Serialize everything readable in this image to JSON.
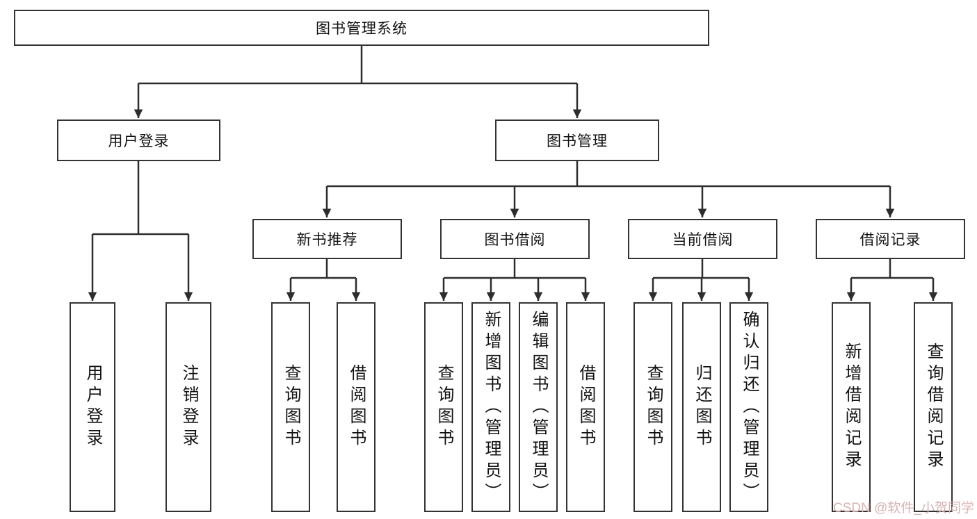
{
  "tree": {
    "root": "图书管理系统",
    "user": {
      "label": "用户登录",
      "children": [
        "用户登录",
        "注销登录"
      ]
    },
    "book": {
      "label": "图书管理",
      "children": [
        {
          "label": "新书推荐",
          "children": [
            "查询图书",
            "借阅图书"
          ]
        },
        {
          "label": "图书借阅",
          "children": [
            "查询图书",
            "新增图书（管理员）",
            "编辑图书（管理员）",
            "借阅图书"
          ]
        },
        {
          "label": "当前借阅",
          "children": [
            "查询图书",
            "归还图书",
            "确认归还（管理员）"
          ]
        },
        {
          "label": "借阅记录",
          "children": [
            "新增借阅记录",
            "查询借阅记录"
          ]
        }
      ]
    }
  },
  "watermark": "CSDN @软件_小贺同学",
  "colors": {
    "line": "#2d2d2d",
    "box_border": "#333333",
    "text": "#111111",
    "watermark": "#d9b3b3",
    "background": "#ffffff"
  }
}
